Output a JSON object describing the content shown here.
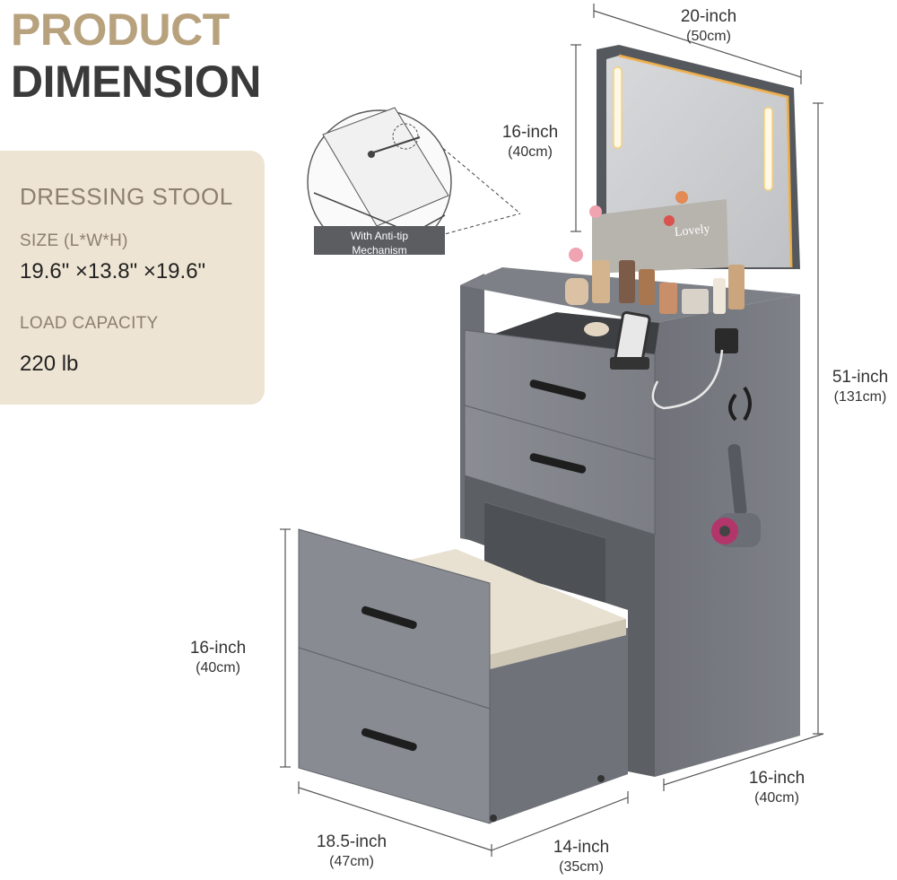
{
  "header": {
    "line1": "PRODUCT",
    "line2": "DIMENSION"
  },
  "spec": {
    "heading": "DRESSING STOOL",
    "size_label": "SIZE (L*W*H)",
    "size_value": "19.6\" ×13.8\" ×19.6\"",
    "load_label": "LOAD CAPACITY",
    "load_value": "220 lb"
  },
  "callout": {
    "line1": "With Anti-tip",
    "line2": "Mechanism"
  },
  "sign_text": "Lovely",
  "dimensions": {
    "vanity_width": {
      "main": "20-inch",
      "sub": "(50cm)"
    },
    "mirror_height": {
      "main": "16-inch",
      "sub": "(40cm)"
    },
    "vanity_height": {
      "main": "51-inch",
      "sub": "(131cm)"
    },
    "vanity_depth": {
      "main": "16-inch",
      "sub": "(40cm)"
    },
    "stool_height": {
      "main": "16-inch",
      "sub": "(40cm)"
    },
    "stool_length": {
      "main": "18.5-inch",
      "sub": "(47cm)"
    },
    "stool_width": {
      "main": "14-inch",
      "sub": "(35cm)"
    }
  },
  "colors": {
    "accent_gold": "#b8a27e",
    "dark_text": "#3a3a3a",
    "card_bg": "#ede4d3",
    "furniture_gray": "#7a7d83",
    "cushion": "#e8e1d2",
    "led_glow": "#f3b14a"
  }
}
